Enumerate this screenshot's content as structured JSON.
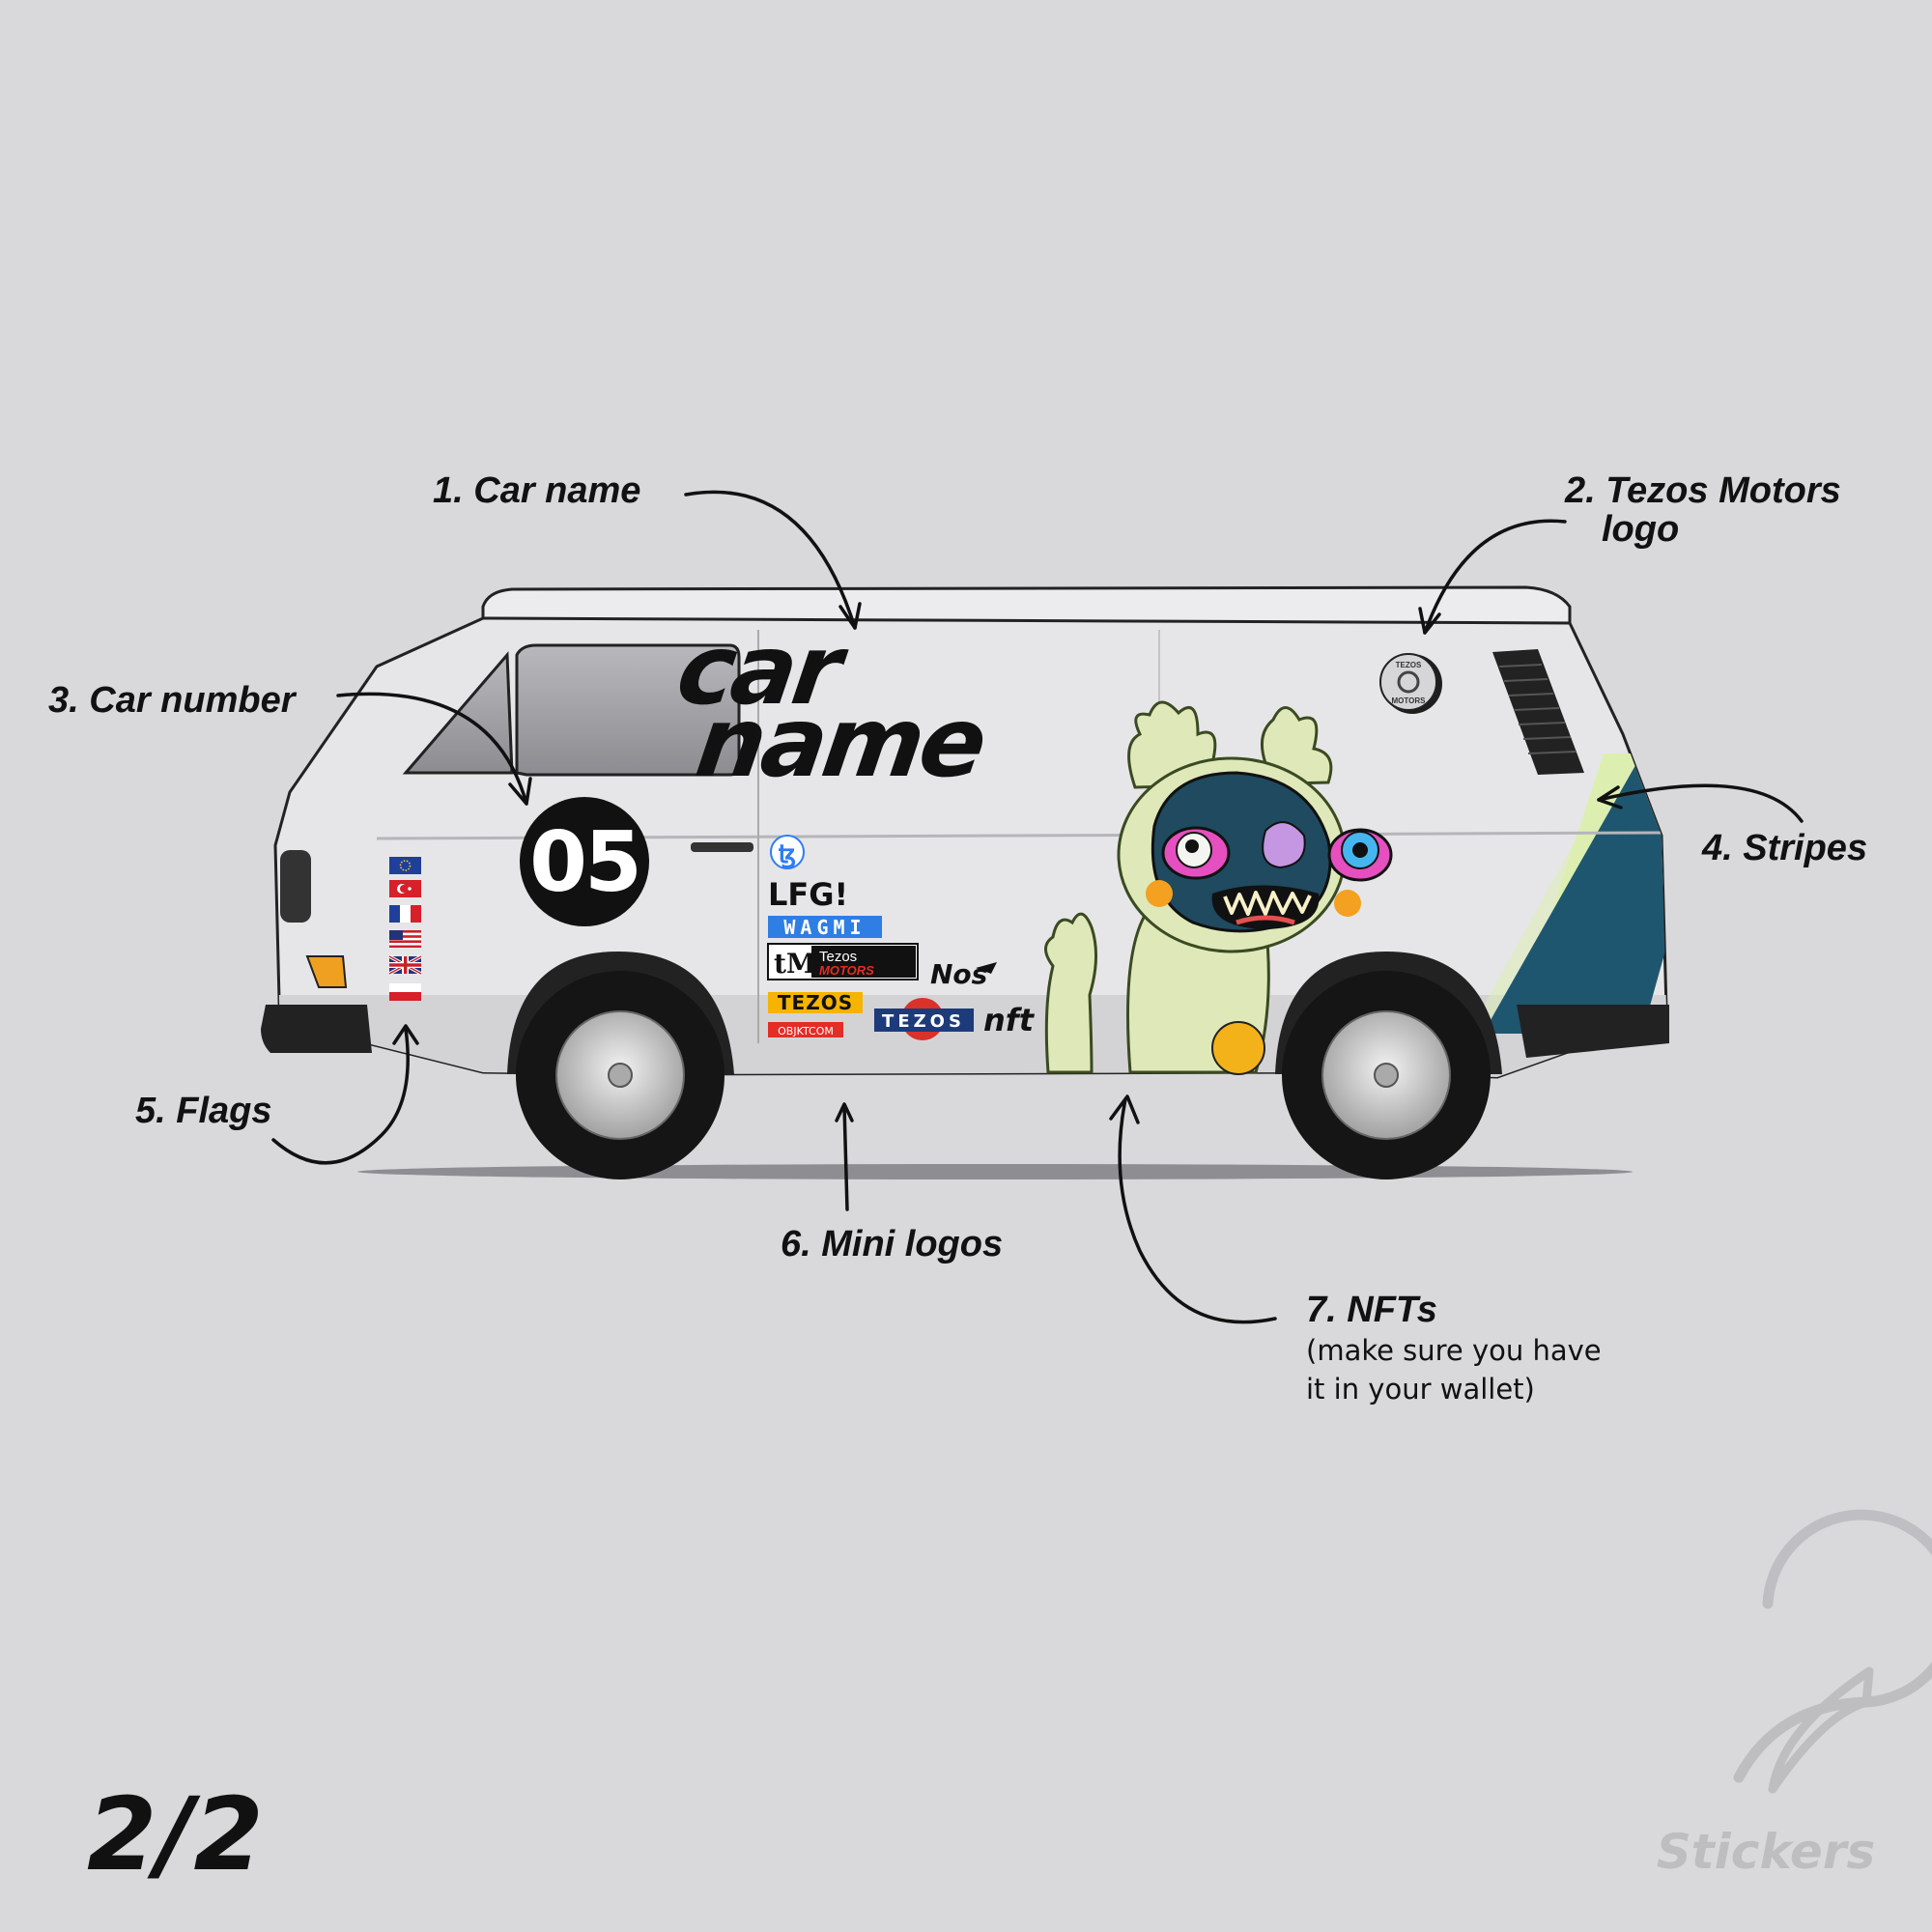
{
  "annotations": {
    "car_name": "1. Car name",
    "tezos_logo_line1": "2. Tezos Motors",
    "tezos_logo_line2": "logo",
    "car_number": "3. Car number",
    "stripes": "4. Stripes",
    "flags": "5. Flags",
    "mini_logos": "6. Mini logos",
    "nfts": "7. NFTs",
    "nfts_note_line1": "(make sure you have",
    "nfts_note_line2": "it in your wallet)"
  },
  "van": {
    "name_line1": "car",
    "name_line2": "name",
    "number": "05",
    "badge_top": "TEZOS",
    "badge_bottom": "MOTORS",
    "colors": {
      "body": "#e6e6e8",
      "stripe_light": "#dcefb0",
      "stripe_dark": "#1f566f",
      "signal": "#f0a020"
    }
  },
  "mini_logos": {
    "tezos_symbol": "ꜩ",
    "lfg": "LFG!",
    "wagmi": "WAGMI",
    "tm": "tM",
    "tezos_motors_top": "Tezos",
    "tezos_motors_bottom": "MOTORS",
    "nos": "Nos",
    "tezos_yellow": "TEZOS",
    "objkt": "OBJKTCOM",
    "tezos_blue": "TEZOS",
    "nft": "nft"
  },
  "page_indicator": "2/2",
  "brand": "Stickers"
}
